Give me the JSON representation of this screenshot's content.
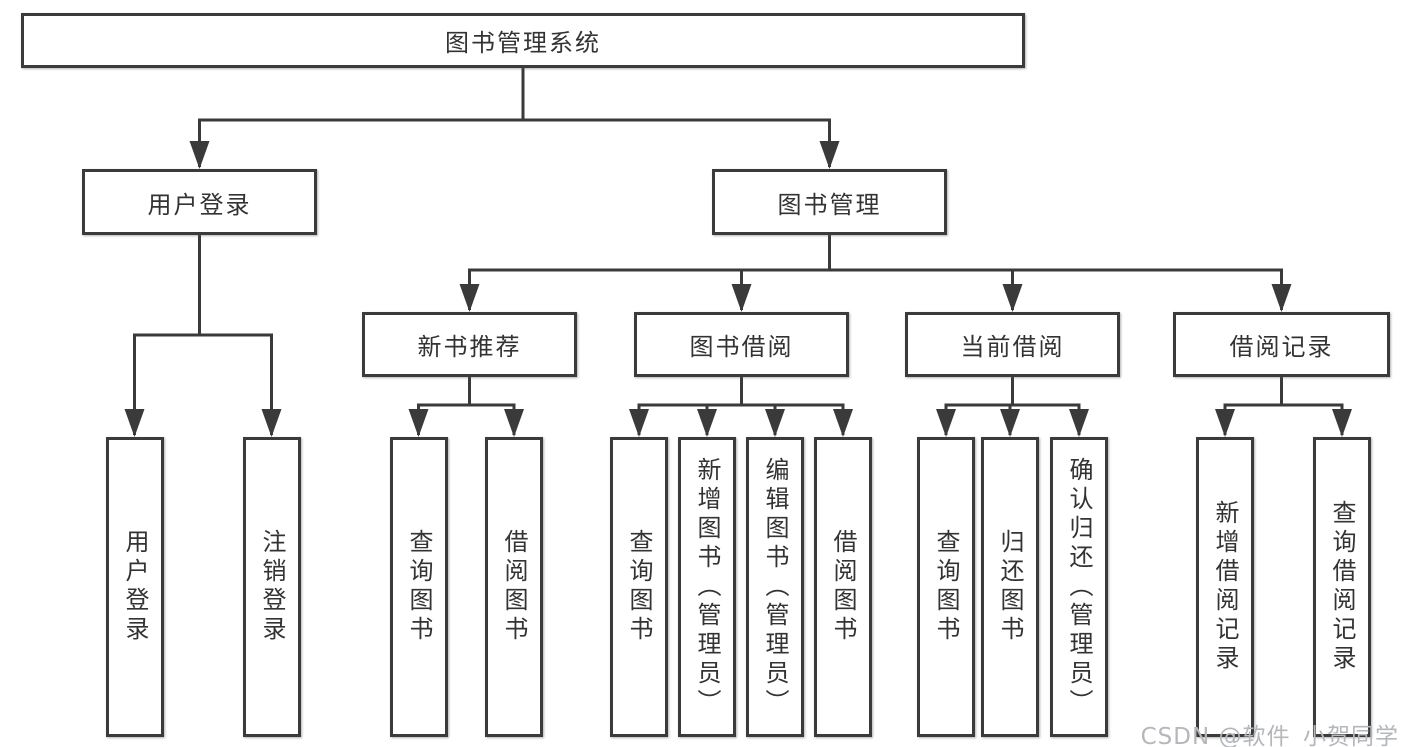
{
  "diagram": {
    "title": "图书管理系统",
    "root": {
      "label": "图书管理系统"
    },
    "level2": [
      {
        "id": "user-login",
        "label": "用户登录"
      },
      {
        "id": "book-management",
        "label": "图书管理"
      }
    ],
    "level3": [
      {
        "id": "new-book-recommendation",
        "label": "新书推荐",
        "parent": "图书管理"
      },
      {
        "id": "book-borrowing",
        "label": "图书借阅",
        "parent": "图书管理"
      },
      {
        "id": "current-borrowing",
        "label": "当前借阅",
        "parent": "图书管理"
      },
      {
        "id": "borrowing-records",
        "label": "借阅记录",
        "parent": "图书管理"
      }
    ],
    "leaves": [
      {
        "label": "用户登录",
        "parent": "用户登录"
      },
      {
        "label": "注销登录",
        "parent": "用户登录"
      },
      {
        "label": "查询图书",
        "parent": "新书推荐"
      },
      {
        "label": "借阅图书",
        "parent": "新书推荐"
      },
      {
        "label": "查询图书",
        "parent": "图书借阅"
      },
      {
        "label": "新增图书（管理员）",
        "parent": "图书借阅"
      },
      {
        "label": "编辑图书（管理员）",
        "parent": "图书借阅"
      },
      {
        "label": "借阅图书",
        "parent": "图书借阅"
      },
      {
        "label": "查询图书",
        "parent": "当前借阅"
      },
      {
        "label": "归还图书",
        "parent": "当前借阅"
      },
      {
        "label": "确认归还（管理员）",
        "parent": "当前借阅"
      },
      {
        "label": "新增借阅记录",
        "parent": "借阅记录"
      },
      {
        "label": "查询借阅记录",
        "parent": "借阅记录"
      }
    ]
  },
  "watermark": "CSDN @软件_小贺同学",
  "colors": {
    "line": "#3a3a3a",
    "box_border": "#3b3b3b",
    "text": "#333333",
    "watermark": "#b4b7bb",
    "background": "#ffffff"
  }
}
